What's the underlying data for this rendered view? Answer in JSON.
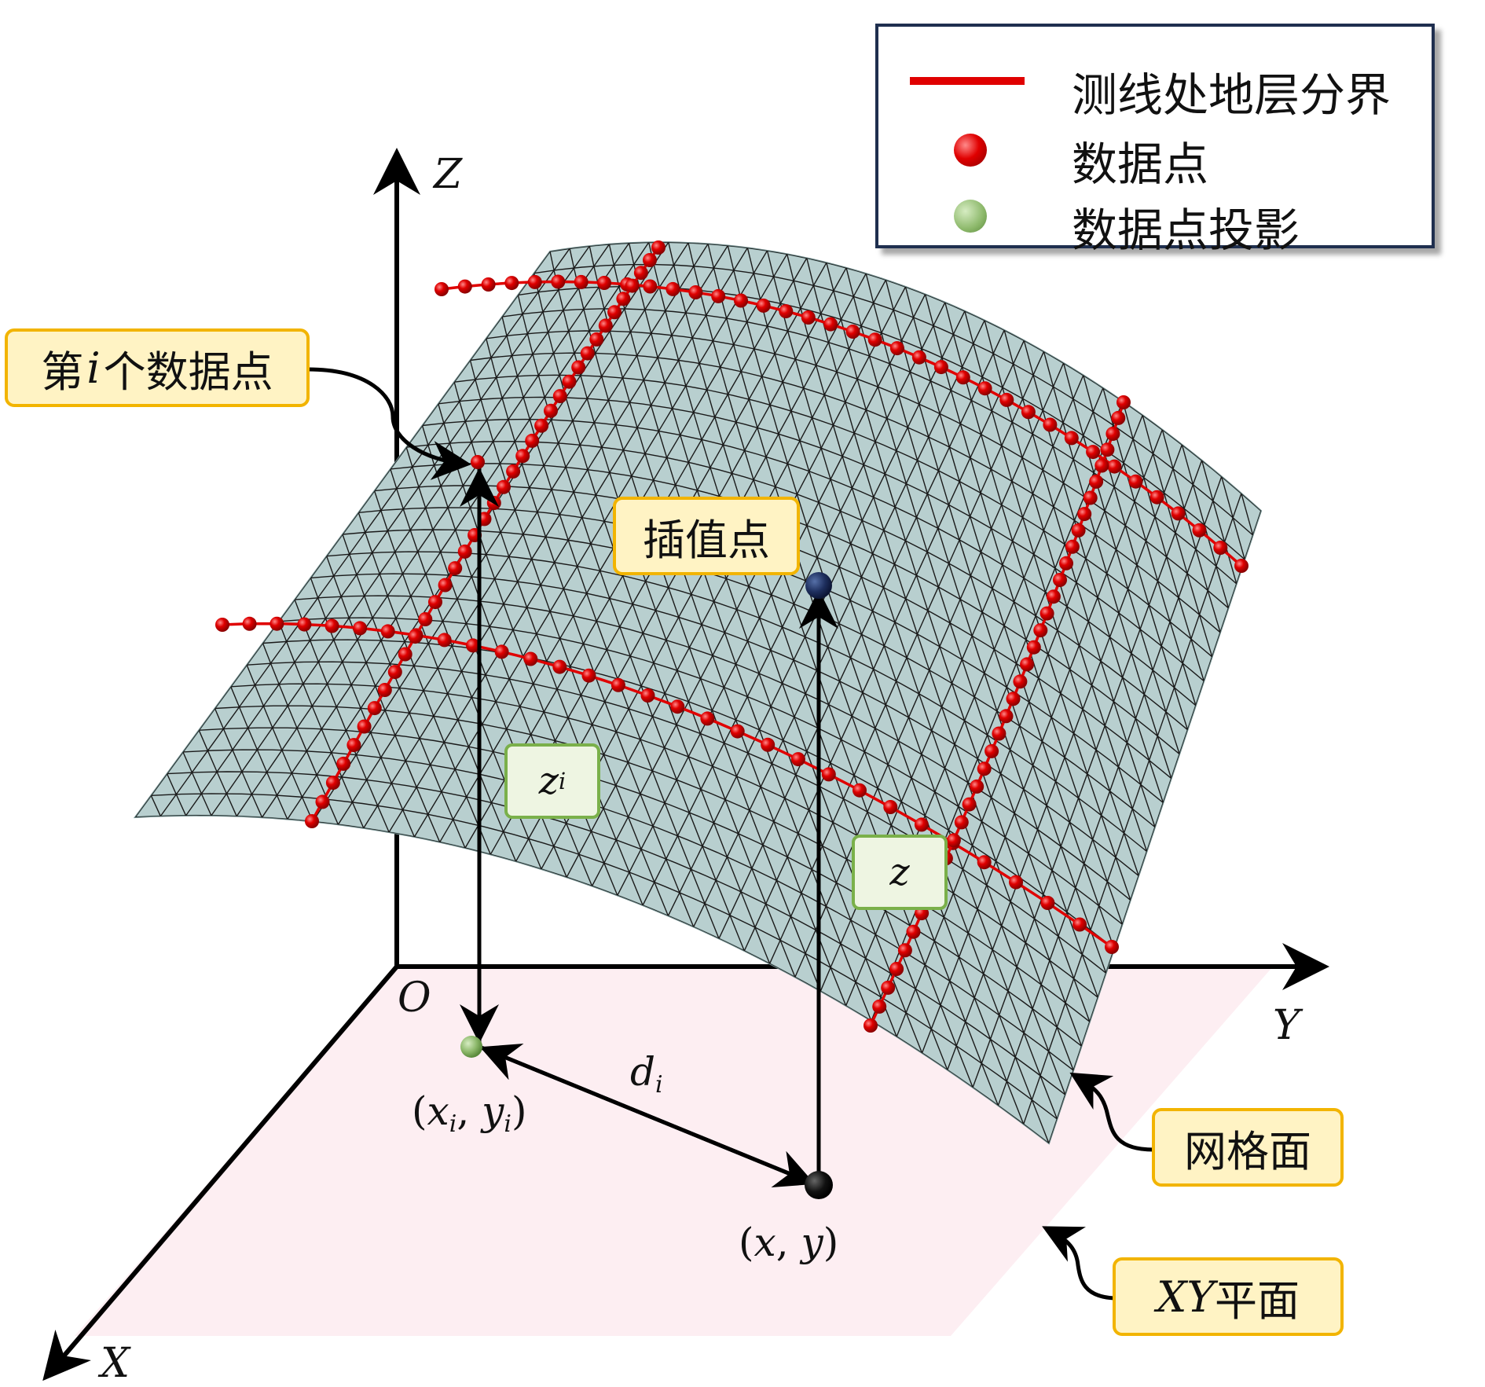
{
  "legend": {
    "items": [
      {
        "label": "测线处地层分界",
        "kind": "line",
        "color": "#e00000"
      },
      {
        "label": "数据点",
        "kind": "dot",
        "color": "#e00000"
      },
      {
        "label": "数据点投影",
        "kind": "dot",
        "color": "#8cb86a"
      }
    ]
  },
  "axes": {
    "x": "X",
    "y": "Y",
    "z": "Z",
    "origin": "O"
  },
  "callouts": {
    "ith_point_prefix": "第",
    "ith_point_var": "i",
    "ith_point_suffix": "个数据点",
    "interp_point": "插值点",
    "mesh_surface": "网格面",
    "xy_plane_var": "XY",
    "xy_plane_suffix": "平面"
  },
  "values": {
    "zi_base": "z",
    "zi_sub": "i",
    "z": "z"
  },
  "coords": {
    "xi": "x",
    "yi": "y",
    "sub": "i",
    "xy_text_x": "x",
    "xy_text_y": "y",
    "di_base": "d",
    "di_sub": "i"
  },
  "colors": {
    "surface": "#b8cfcf",
    "mesh": "#1a1a1a",
    "boundary": "#e00000",
    "plane": "#fdeef2",
    "interp_point": "#1e2f5e",
    "projection": "#8cb86a"
  }
}
